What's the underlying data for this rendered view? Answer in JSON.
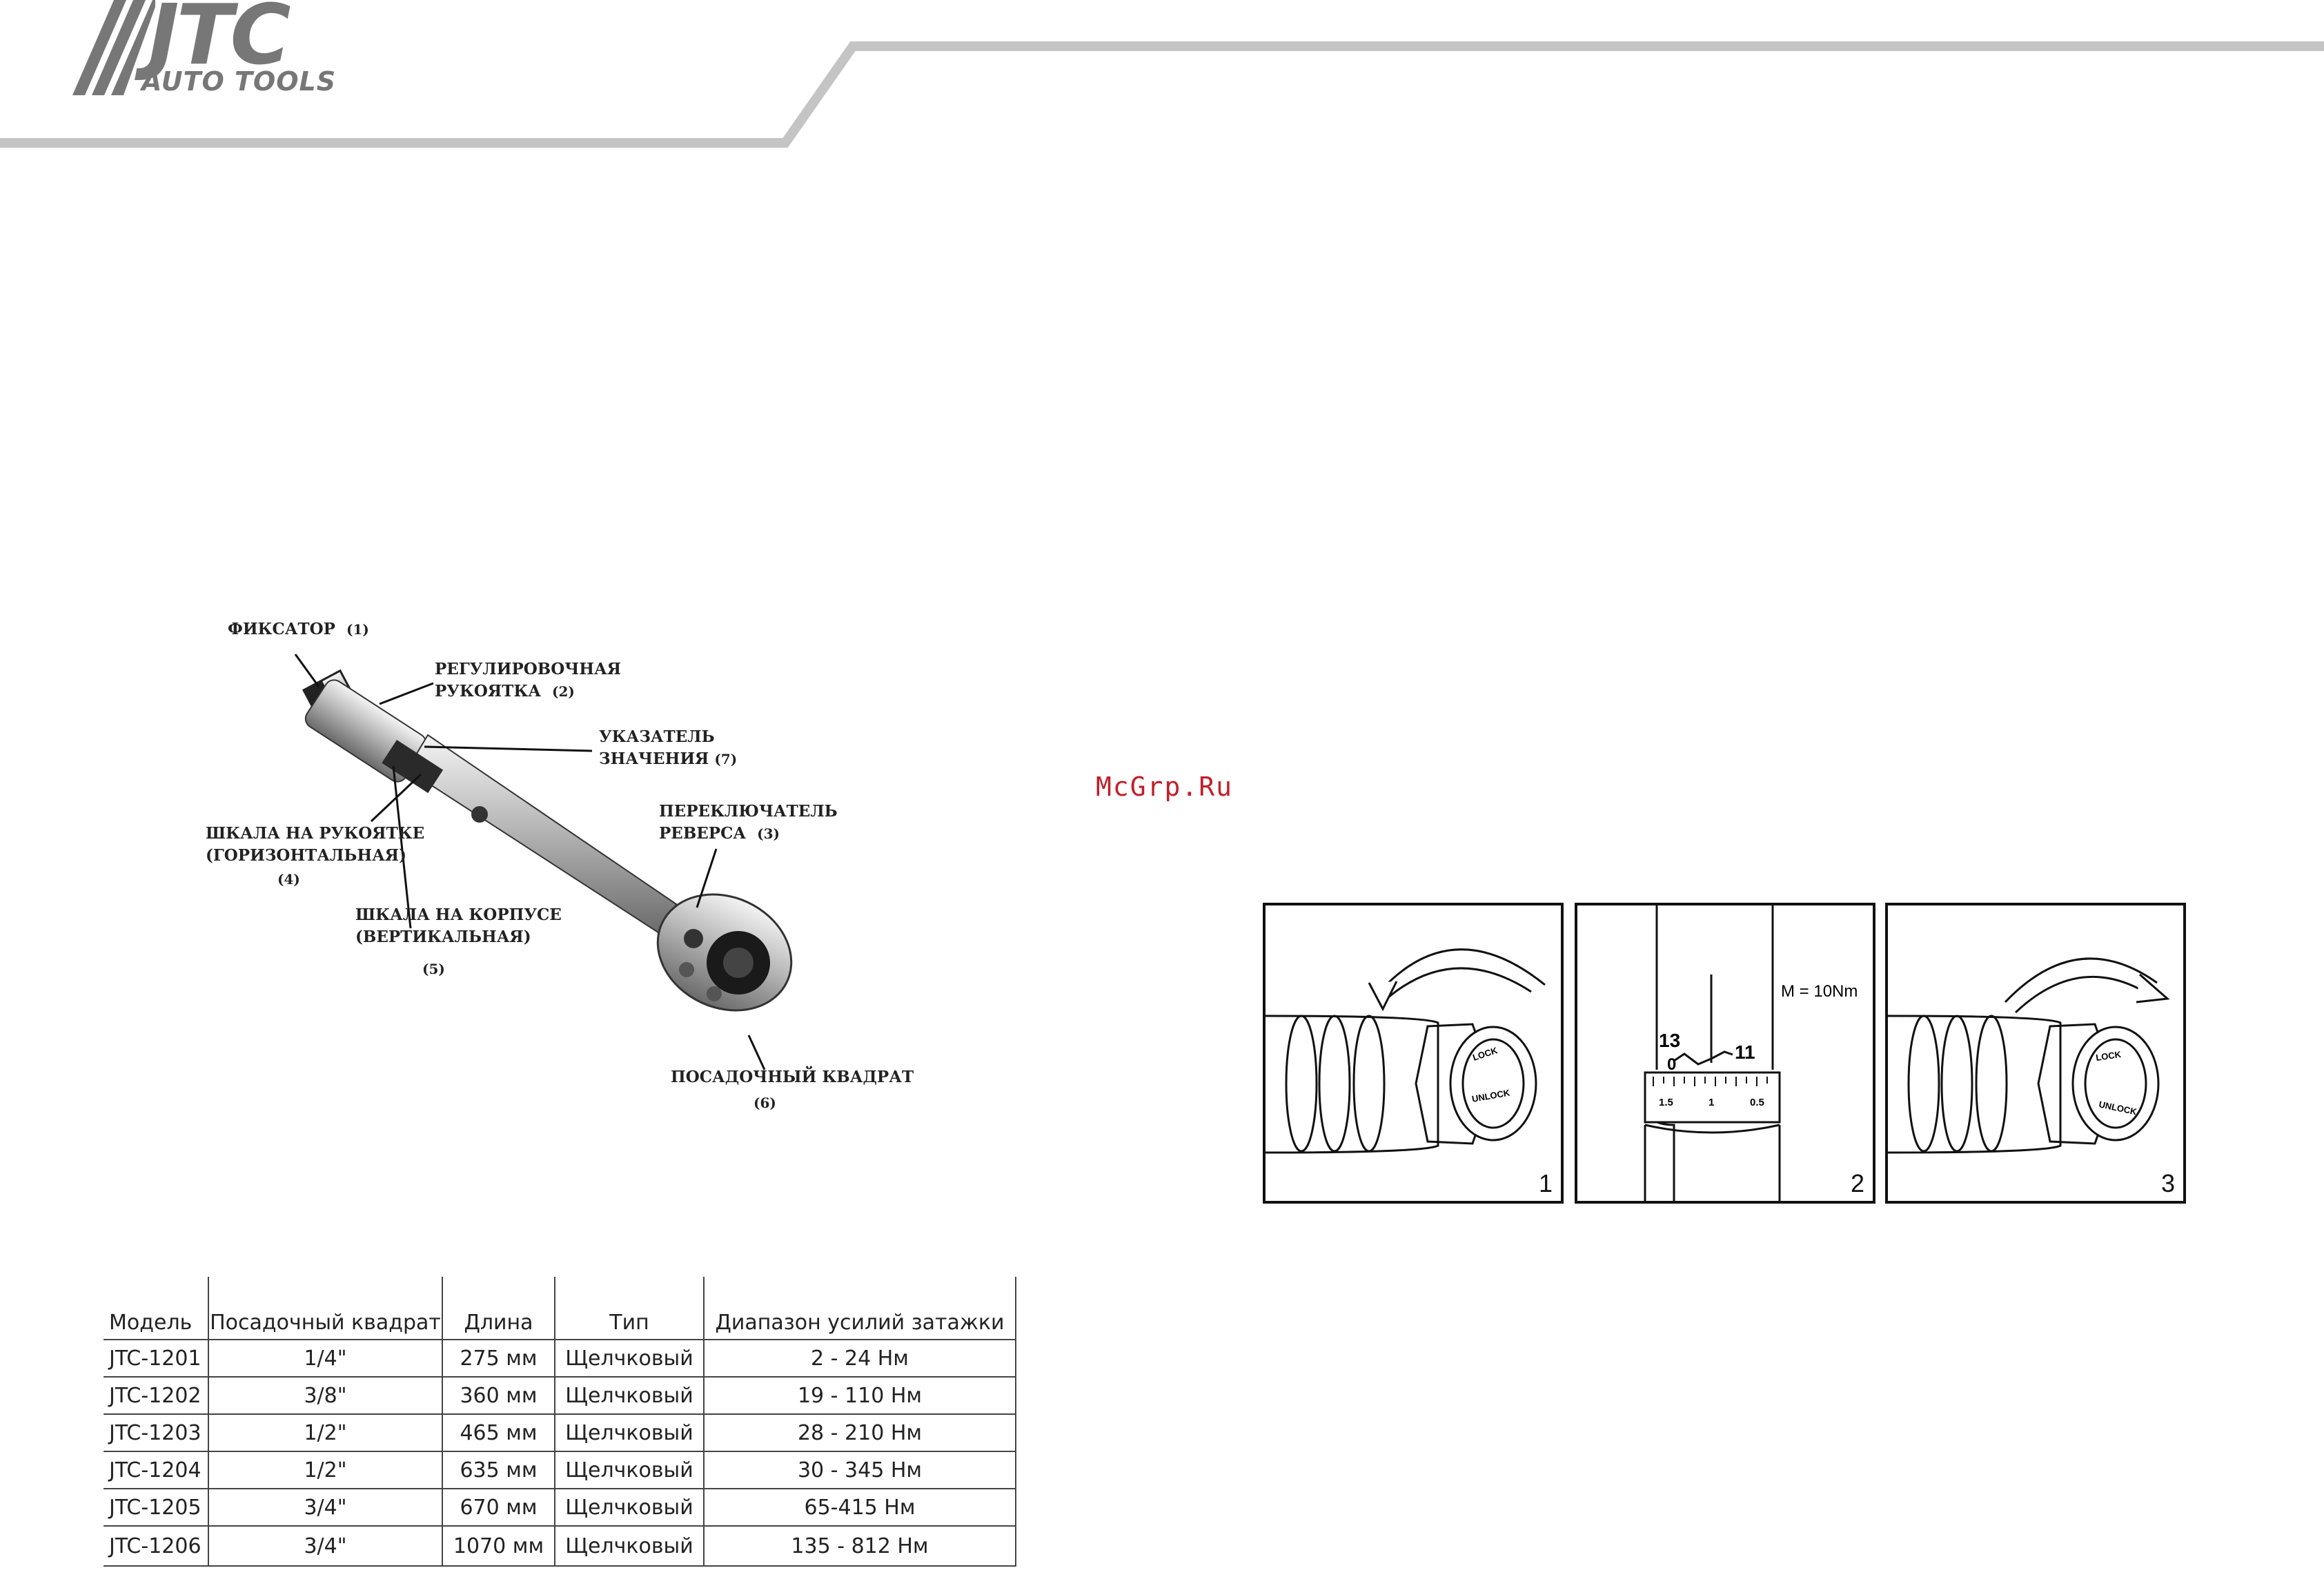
{
  "header": {
    "logo_text": "JTC",
    "logo_sub": "AUTO TOOLS"
  },
  "watermark": "McGrp.Ru",
  "wrench_labels": {
    "lock": {
      "text": "ФИКСАТОР",
      "num": "(1)"
    },
    "handle": {
      "text": "РЕГУЛИРОВОЧНАЯ\nРУКОЯТКА",
      "num": "(2)"
    },
    "indicator": {
      "text": "УКАЗАТЕЛЬ\nЗНАЧЕНИЯ",
      "num": "(7)"
    },
    "reverse": {
      "text": "ПЕРЕКЛЮЧАТЕЛЬ\nРЕВЕРСА",
      "num": "(3)"
    },
    "handle_scale": {
      "text": "ШКАЛА НА РУКОЯТКЕ\n(ГОРИЗОНТАЛЬНАЯ)",
      "num": "(4)"
    },
    "body_scale": {
      "text": "ШКАЛА НА КОРПУСЕ\n(ВЕРТИКАЛЬНАЯ)",
      "num": "(5)"
    },
    "drive": {
      "text": "ПОСАДОЧНЫЙ КВАДРАТ",
      "num": "(6)"
    }
  },
  "spec_table": {
    "headers": [
      "Модель",
      "Посадочный квадрат",
      "Длина",
      "Тип",
      "Диапазон усилий затажки"
    ],
    "rows": [
      [
        "JTC-1201",
        "1/4\"",
        "275 мм",
        "Щелчковый",
        "2 - 24 Нм"
      ],
      [
        "JTC-1202",
        "3/8\"",
        "360 мм",
        "Щелчковый",
        "19 - 110 Нм"
      ],
      [
        "JTC-1203",
        "1/2\"",
        "465 мм",
        "Щелчковый",
        "28 - 210 Нм"
      ],
      [
        "JTC-1204",
        "1/2\"",
        "635 мм",
        "Щелчковый",
        "30 - 345 Нм"
      ],
      [
        "JTC-1205",
        "3/4\"",
        "670 мм",
        "Щелчковый",
        "65-415 Нм"
      ],
      [
        "JTC-1206",
        "3/4\"",
        "1070 мм",
        "Щелчковый",
        "135 - 812 Нм"
      ]
    ]
  },
  "steps": {
    "step1": {
      "num": "1",
      "lock": "LOCK",
      "unlock": "UNLOCK"
    },
    "step2": {
      "num": "2",
      "torque": "M = 10Nm",
      "v13": "13",
      "v0": "0",
      "v11": "11",
      "t15": "1.5",
      "t1": "1",
      "t05": "0.5"
    },
    "step3": {
      "num": "3",
      "lock": "LOCK",
      "unlock": "UNLOCK"
    }
  }
}
